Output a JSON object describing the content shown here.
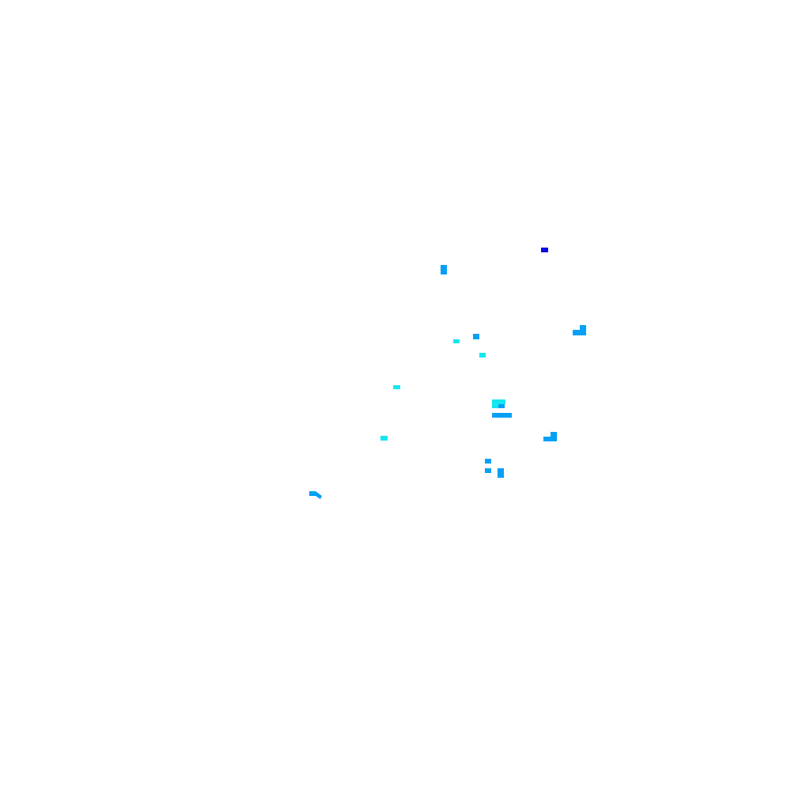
{
  "map": {
    "background": "#ffffff",
    "palette": {
      "dark_blue": "#0a0ae6",
      "medium_blue": "#06a0f5",
      "cyan": "#16e6ef"
    },
    "cell_groups": [
      {
        "name": "dark-blue-cells",
        "color_key": "dark_blue"
      },
      {
        "name": "medium-blue-cells",
        "color_key": "medium_blue"
      },
      {
        "name": "cyan-cells",
        "color_key": "cyan"
      }
    ]
  }
}
